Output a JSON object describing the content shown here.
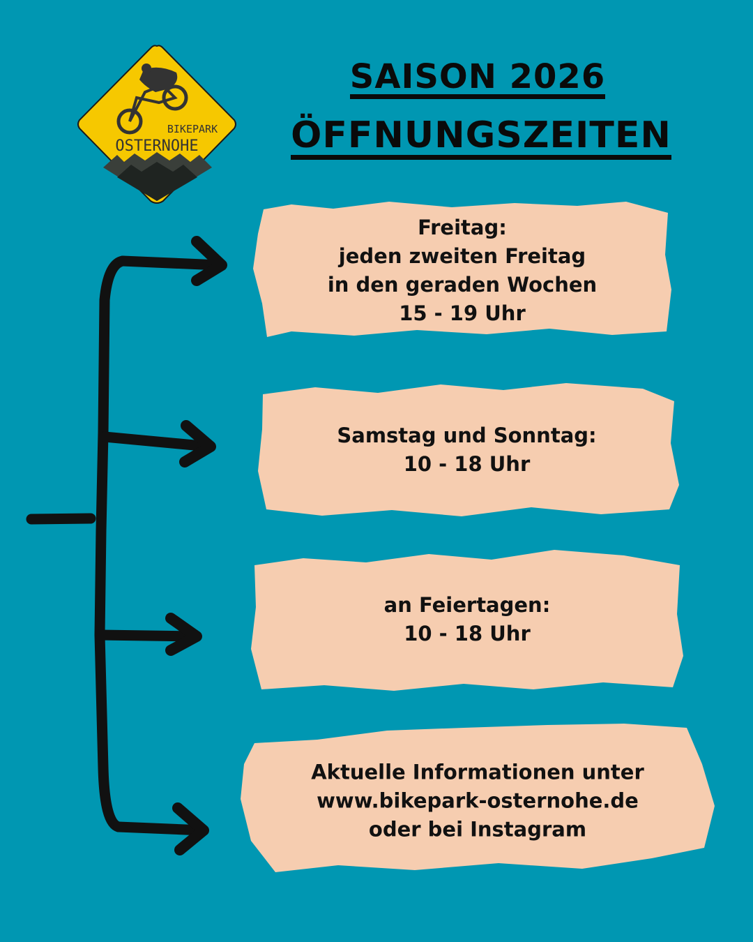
{
  "logo": {
    "line1": "BIKEPARK",
    "line2": "OSTERNOHE",
    "sign_color": "#f6c800",
    "icon": "mountain-biker-icon"
  },
  "header": {
    "title_line1": "SAISON 2026",
    "title_line2": "ÖFFNUNGSZEITEN"
  },
  "colors": {
    "background": "#0097b2",
    "card": "#f6cdb0",
    "ink": "#111111"
  },
  "cards": [
    {
      "lines": [
        "Freitag:",
        "jeden zweiten Freitag",
        "in den geraden Wochen",
        "15 - 19 Uhr"
      ]
    },
    {
      "lines": [
        "Samstag und Sonntag:",
        "10 - 18 Uhr"
      ]
    },
    {
      "lines": [
        "an Feiertagen:",
        "10 - 18 Uhr"
      ]
    },
    {
      "lines": [
        "Aktuelle Informationen  unter",
        "www.bikepark-osternohe.de",
        "oder bei Instagram"
      ]
    }
  ]
}
